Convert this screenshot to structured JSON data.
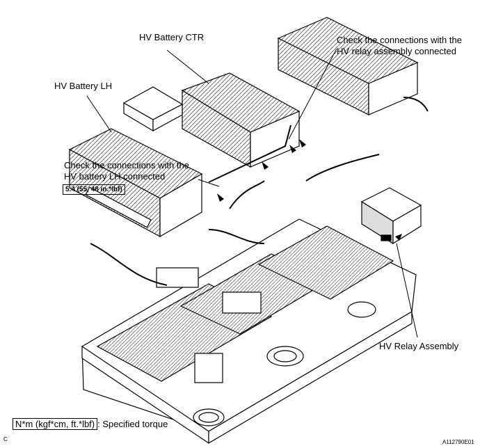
{
  "labels": {
    "hv_battery_ctr": "HV Battery CTR",
    "hv_battery_lh": "HV Battery LH",
    "check_relay_line1": "Check the connections with the",
    "check_relay_line2": "HV relay assembly connected",
    "check_lh_line1": "Check the connections with the",
    "check_lh_line2": "HV battery LH connected",
    "torque_value": "5.4 (55, 48 in.*lbf)",
    "hv_relay_assembly": "HV Relay Assembly"
  },
  "legend": {
    "unit": "N*m (kgf*cm, ft.*lbf)",
    "description": ": Specified torque"
  },
  "footer": {
    "corner_letter": "C",
    "figure_id": "A112790E01"
  }
}
